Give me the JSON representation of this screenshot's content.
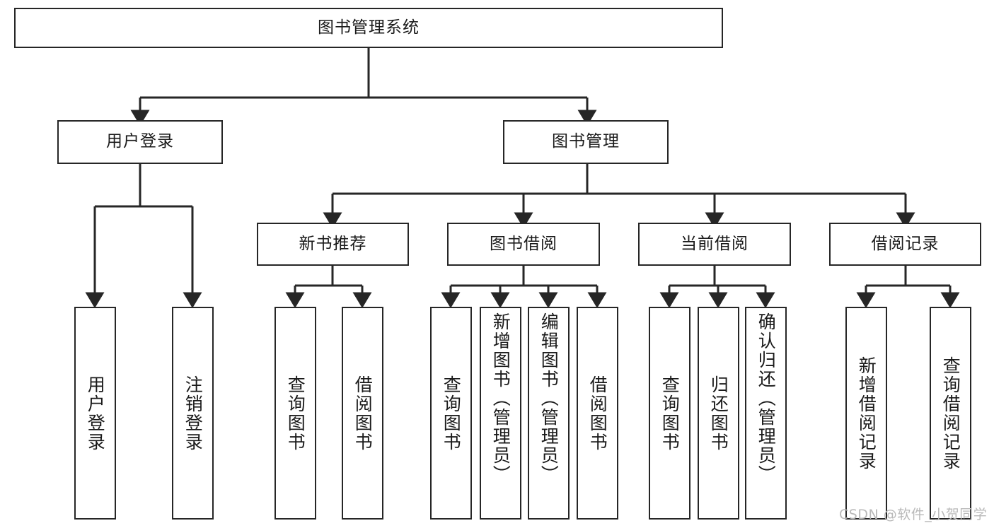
{
  "diagram": {
    "title": "图书管理系统",
    "watermark": "CSDN @软件_小贺同学",
    "levels": {
      "root": {
        "label": "图书管理系统"
      },
      "tier2": [
        {
          "label": "用户登录"
        },
        {
          "label": "图书管理"
        }
      ],
      "tier3": [
        {
          "label": "新书推荐"
        },
        {
          "label": "图书借阅"
        },
        {
          "label": "当前借阅"
        },
        {
          "label": "借阅记录"
        }
      ],
      "leaves": [
        {
          "label": "用户登录",
          "parent": "用户登录"
        },
        {
          "label": "注销登录",
          "parent": "用户登录"
        },
        {
          "label": "查询图书",
          "parent": "新书推荐"
        },
        {
          "label": "借阅图书",
          "parent": "新书推荐"
        },
        {
          "label": "查询图书",
          "parent": "图书借阅"
        },
        {
          "label": "新增图书（管理员）",
          "parent": "图书借阅"
        },
        {
          "label": "编辑图书（管理员）",
          "parent": "图书借阅"
        },
        {
          "label": "借阅图书",
          "parent": "图书借阅"
        },
        {
          "label": "查询图书",
          "parent": "当前借阅"
        },
        {
          "label": "归还图书",
          "parent": "当前借阅"
        },
        {
          "label": "确认归还（管理员）",
          "parent": "当前借阅"
        },
        {
          "label": "新增借阅记录",
          "parent": "借阅记录"
        },
        {
          "label": "查询借阅记录",
          "parent": "借阅记录"
        }
      ]
    },
    "colors": {
      "border": "#262626",
      "background": "#ffffff",
      "text": "#1a1a1a",
      "watermark": "#b9b9b9"
    }
  }
}
